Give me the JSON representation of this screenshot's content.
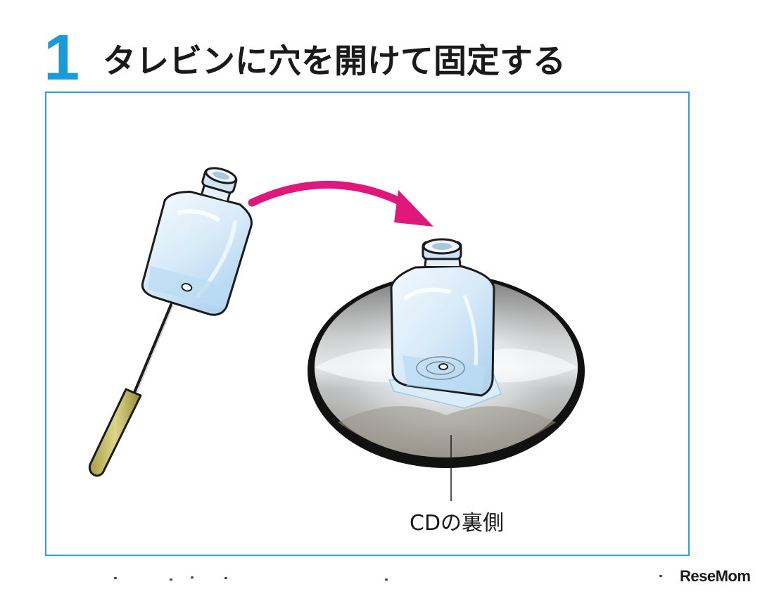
{
  "heading": {
    "number": "1",
    "title": "タレビンに穴を開けて固定する"
  },
  "illustration": {
    "label": "CDの裏側"
  },
  "watermark": {
    "brand": "ReseMom"
  },
  "colors": {
    "accent_blue": "#1a9bd7",
    "frame_border": "#2aa3dc",
    "arrow_magenta": "#e0187c",
    "bottle_tint": "#cfe6f7",
    "awl_handle": "#c8bf6a"
  }
}
